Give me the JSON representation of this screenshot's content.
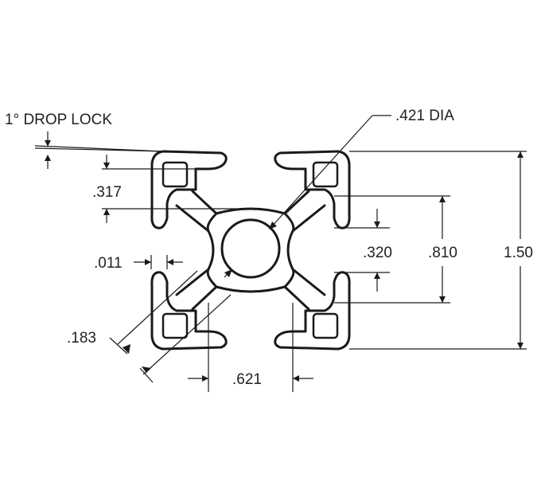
{
  "labels": {
    "drop_lock": "1° DROP LOCK",
    "bore_dia": ".421 DIA",
    "slot_depth": ".317",
    "lip_gap": ".011",
    "wall": ".183",
    "slot_width_h": ".621",
    "slot_opening": ".320",
    "slot_width_v": ".810",
    "overall": "1.50"
  },
  "colors": {
    "line": "#1a1a1a",
    "text": "#222222",
    "background": "#ffffff"
  }
}
